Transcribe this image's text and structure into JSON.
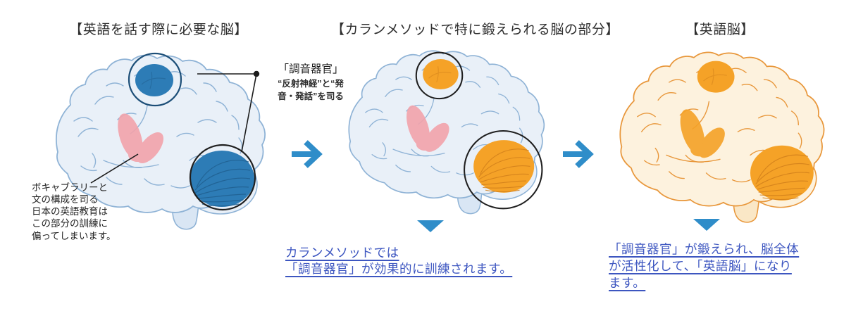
{
  "titles": {
    "left": "【英語を話す際に必要な脳】",
    "middle": "【カランメソッドで特に鍛えられる脳の部分】",
    "right": "【英語脳】"
  },
  "annotation": {
    "title": "「調音器官」",
    "sub_lines": [
      "“反射神経”と“発",
      "音・発話”を司る"
    ]
  },
  "note": {
    "lines": [
      "ボキャブラリーと",
      "文の構成を司る",
      "日本の英語教育は",
      "この部分の訓練に",
      "偏ってしまいます。"
    ]
  },
  "callouts": {
    "middle": {
      "lines": [
        "カランメソッドでは",
        "「調音器官」が効果的に訓練されます。"
      ]
    },
    "right": {
      "lines": [
        "「調音器官」が鍛えられ、脳全体",
        "が活性化して、「英語脳」になり",
        "ます。"
      ]
    }
  },
  "icons": {
    "arrow_right": "arrow-right-icon",
    "triangle_down": "triangle-down-icon"
  },
  "colors": {
    "text_dark": "#2f2f2f",
    "brain_fill_blue": "#e9f0f8",
    "brain_line_blue": "#8fb3d6",
    "stem_blue": "#d9e6f4",
    "highlight_blue": "#2d7cb6",
    "streak_blue": "#1f5e8e",
    "highlight_orange": "#f5a227",
    "streak_orange": "#cf7d1a",
    "brain_fill_cream": "#fdf2de",
    "brain_line_orange": "#e8973b",
    "stem_cream": "#fae7c6",
    "pink": "#f2a3ab",
    "ring_navy": "#1d4f78",
    "ring_black": "#1f1f1f",
    "pointer_black": "#1c1c1c",
    "arrow_blue": "#2f8dc9",
    "callout_blue": "#3d56c0"
  }
}
